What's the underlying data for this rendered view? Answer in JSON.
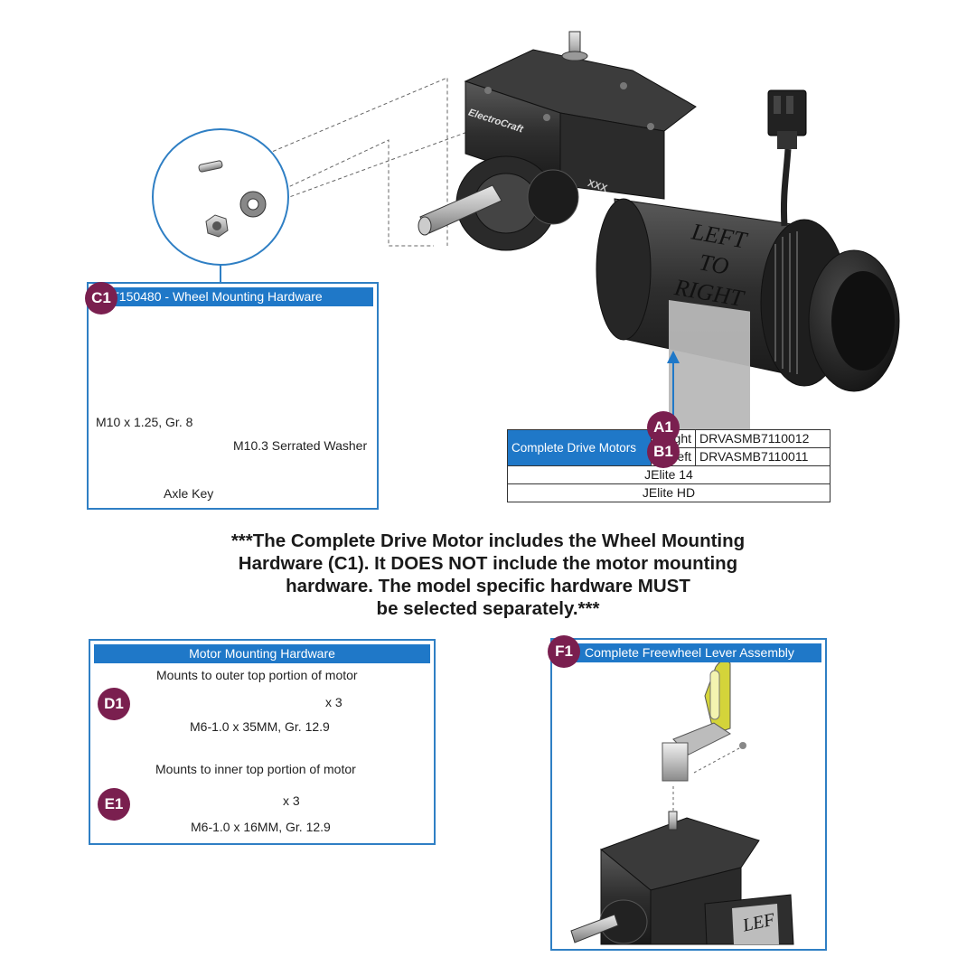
{
  "c1_panel": {
    "badge": "C1",
    "title": "KIT150480 - Wheel Mounting Hardware",
    "nut_label": "M10 x 1.25, Gr. 8",
    "washer_label": "M10.3 Serrated Washer",
    "key_label": "Axle Key"
  },
  "motor": {
    "brand": "ElectroCraft",
    "code": "XXX",
    "label_line1": "LEFT",
    "label_line2": "TO",
    "label_line3": "RIGHT"
  },
  "parts_table": {
    "group_label": "Complete Drive Motors",
    "rows": [
      {
        "badge": "A1",
        "side": "Right",
        "part": "DRVASMB7110012"
      },
      {
        "badge": "B1",
        "side": "Left",
        "part": "DRVASMB7110011"
      }
    ],
    "models": [
      "JElite 14",
      "JElite HD"
    ]
  },
  "note": {
    "lines": [
      "***The Complete Drive Motor includes the Wheel Mounting",
      "Hardware (C1). It DOES NOT include the motor mounting",
      "hardware. The model specific hardware MUST",
      "be selected separately.***"
    ]
  },
  "mmh_panel": {
    "title": "Motor Mounting Hardware",
    "d1": {
      "badge": "D1",
      "caption": "Mounts to outer top portion of motor",
      "qty": "x 3",
      "spec": "M6-1.0 x 35MM, Gr. 12.9"
    },
    "e1": {
      "badge": "E1",
      "caption": "Mounts to inner top portion of motor",
      "qty": "x 3",
      "spec": "M6-1.0 x 16MM, Gr. 12.9"
    }
  },
  "f1_panel": {
    "badge": "F1",
    "title": "Complete Freewheel Lever Assembly",
    "motor_label_fragment": "LEF"
  },
  "colors": {
    "panel_border": "#2f7fc4",
    "header_blue": "#1f78c8",
    "badge_maroon": "#7a1f4f",
    "lever_yellow": "#d4d43a"
  }
}
